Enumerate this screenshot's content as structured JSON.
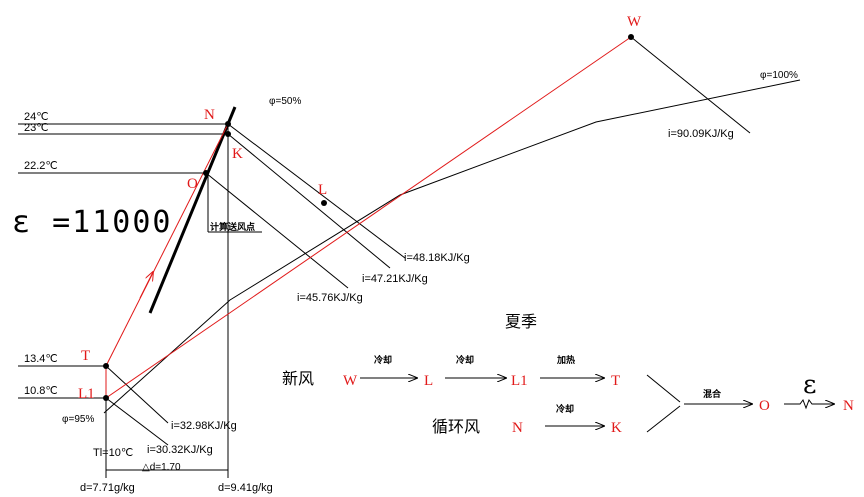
{
  "colors": {
    "line": "#000000",
    "process": "#e11919",
    "point": "#e11919"
  },
  "epsilon_label": "ε =11000",
  "temps": {
    "t24": "24℃",
    "t23": "23℃",
    "t22": "22.2℃",
    "t13": "13.4℃",
    "t10": "10.8℃"
  },
  "points": {
    "N": "N",
    "K": "K",
    "O": "O",
    "L": "L",
    "W": "W",
    "T": "T",
    "L1": "L1"
  },
  "phi": {
    "phi50": "φ=50%",
    "phi100": "φ=100%",
    "phi95": "φ=95%"
  },
  "enthalpy": {
    "i90": "i=90.09KJ/Kg",
    "i48": "i=48.18KJ/Kg",
    "i47": "i=47.21KJ/Kg",
    "i45": "i=45.76KJ/Kg",
    "i32": "i=32.98KJ/Kg",
    "i30": "i=30.32KJ/Kg"
  },
  "supply_point_label": "计算送风点",
  "bottom": {
    "tl": "Tl=10℃",
    "dd": "△d=1.70",
    "d1": "d=7.71g/kg",
    "d2": "d=9.41g/kg"
  },
  "legend": {
    "season": "夏季",
    "fresh_air": "新风",
    "return_air": "循环风",
    "cool": "冷却",
    "heat": "加热",
    "mix": "混合",
    "row1": [
      "W",
      "L",
      "L1",
      "T"
    ],
    "row2": [
      "N",
      "K"
    ],
    "out": [
      "O",
      "ε",
      "N"
    ]
  }
}
